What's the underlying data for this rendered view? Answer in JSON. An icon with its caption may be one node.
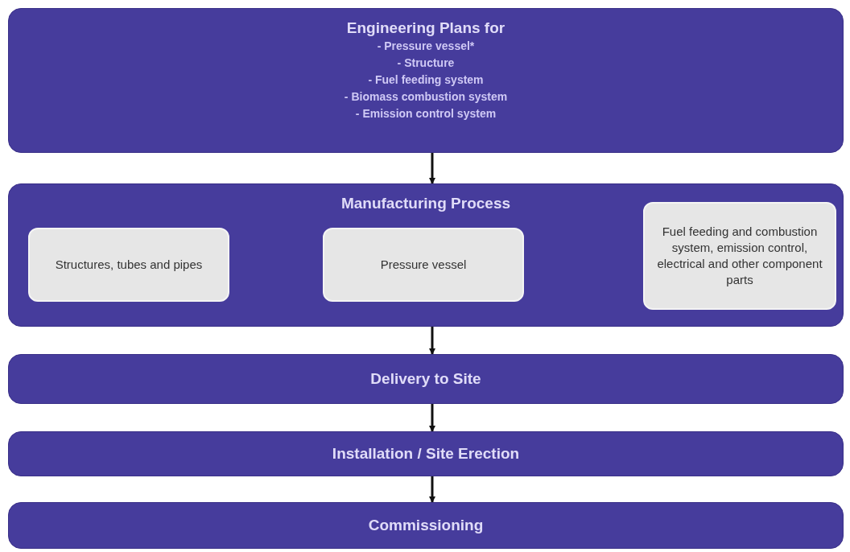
{
  "diagram": {
    "nodes": [
      {
        "text": [
          "Engineering Plans for",
          "- Pressure vessel*",
          "- Structure",
          "- Fuel feeding system",
          "- Biomass combustion system",
          "- Emission control system"
        ]
      },
      {
        "text": [
          "Manufacturing Process"
        ]
      },
      {
        "text": [
          "Structures, tubes and pipes"
        ],
        "in": 1
      },
      {
        "text": [
          "Pressure vessel"
        ],
        "in": 1
      },
      {
        "text": [
          "Fuel feeding and combustion system, emission control, electrical and other component parts"
        ],
        "in": 1
      },
      {
        "text": [
          "Delivery to Site"
        ]
      },
      {
        "text": [
          "Installation / Site Erection"
        ]
      },
      {
        "text": [
          "Commissioning"
        ]
      }
    ],
    "edges": [
      {
        "from": 0,
        "to": 1,
        "arrow": "to"
      },
      {
        "from": 1,
        "to": 5,
        "arrow": "to"
      },
      {
        "from": 5,
        "to": 6,
        "arrow": "to"
      },
      {
        "from": 6,
        "to": 7,
        "arrow": "to"
      }
    ]
  }
}
